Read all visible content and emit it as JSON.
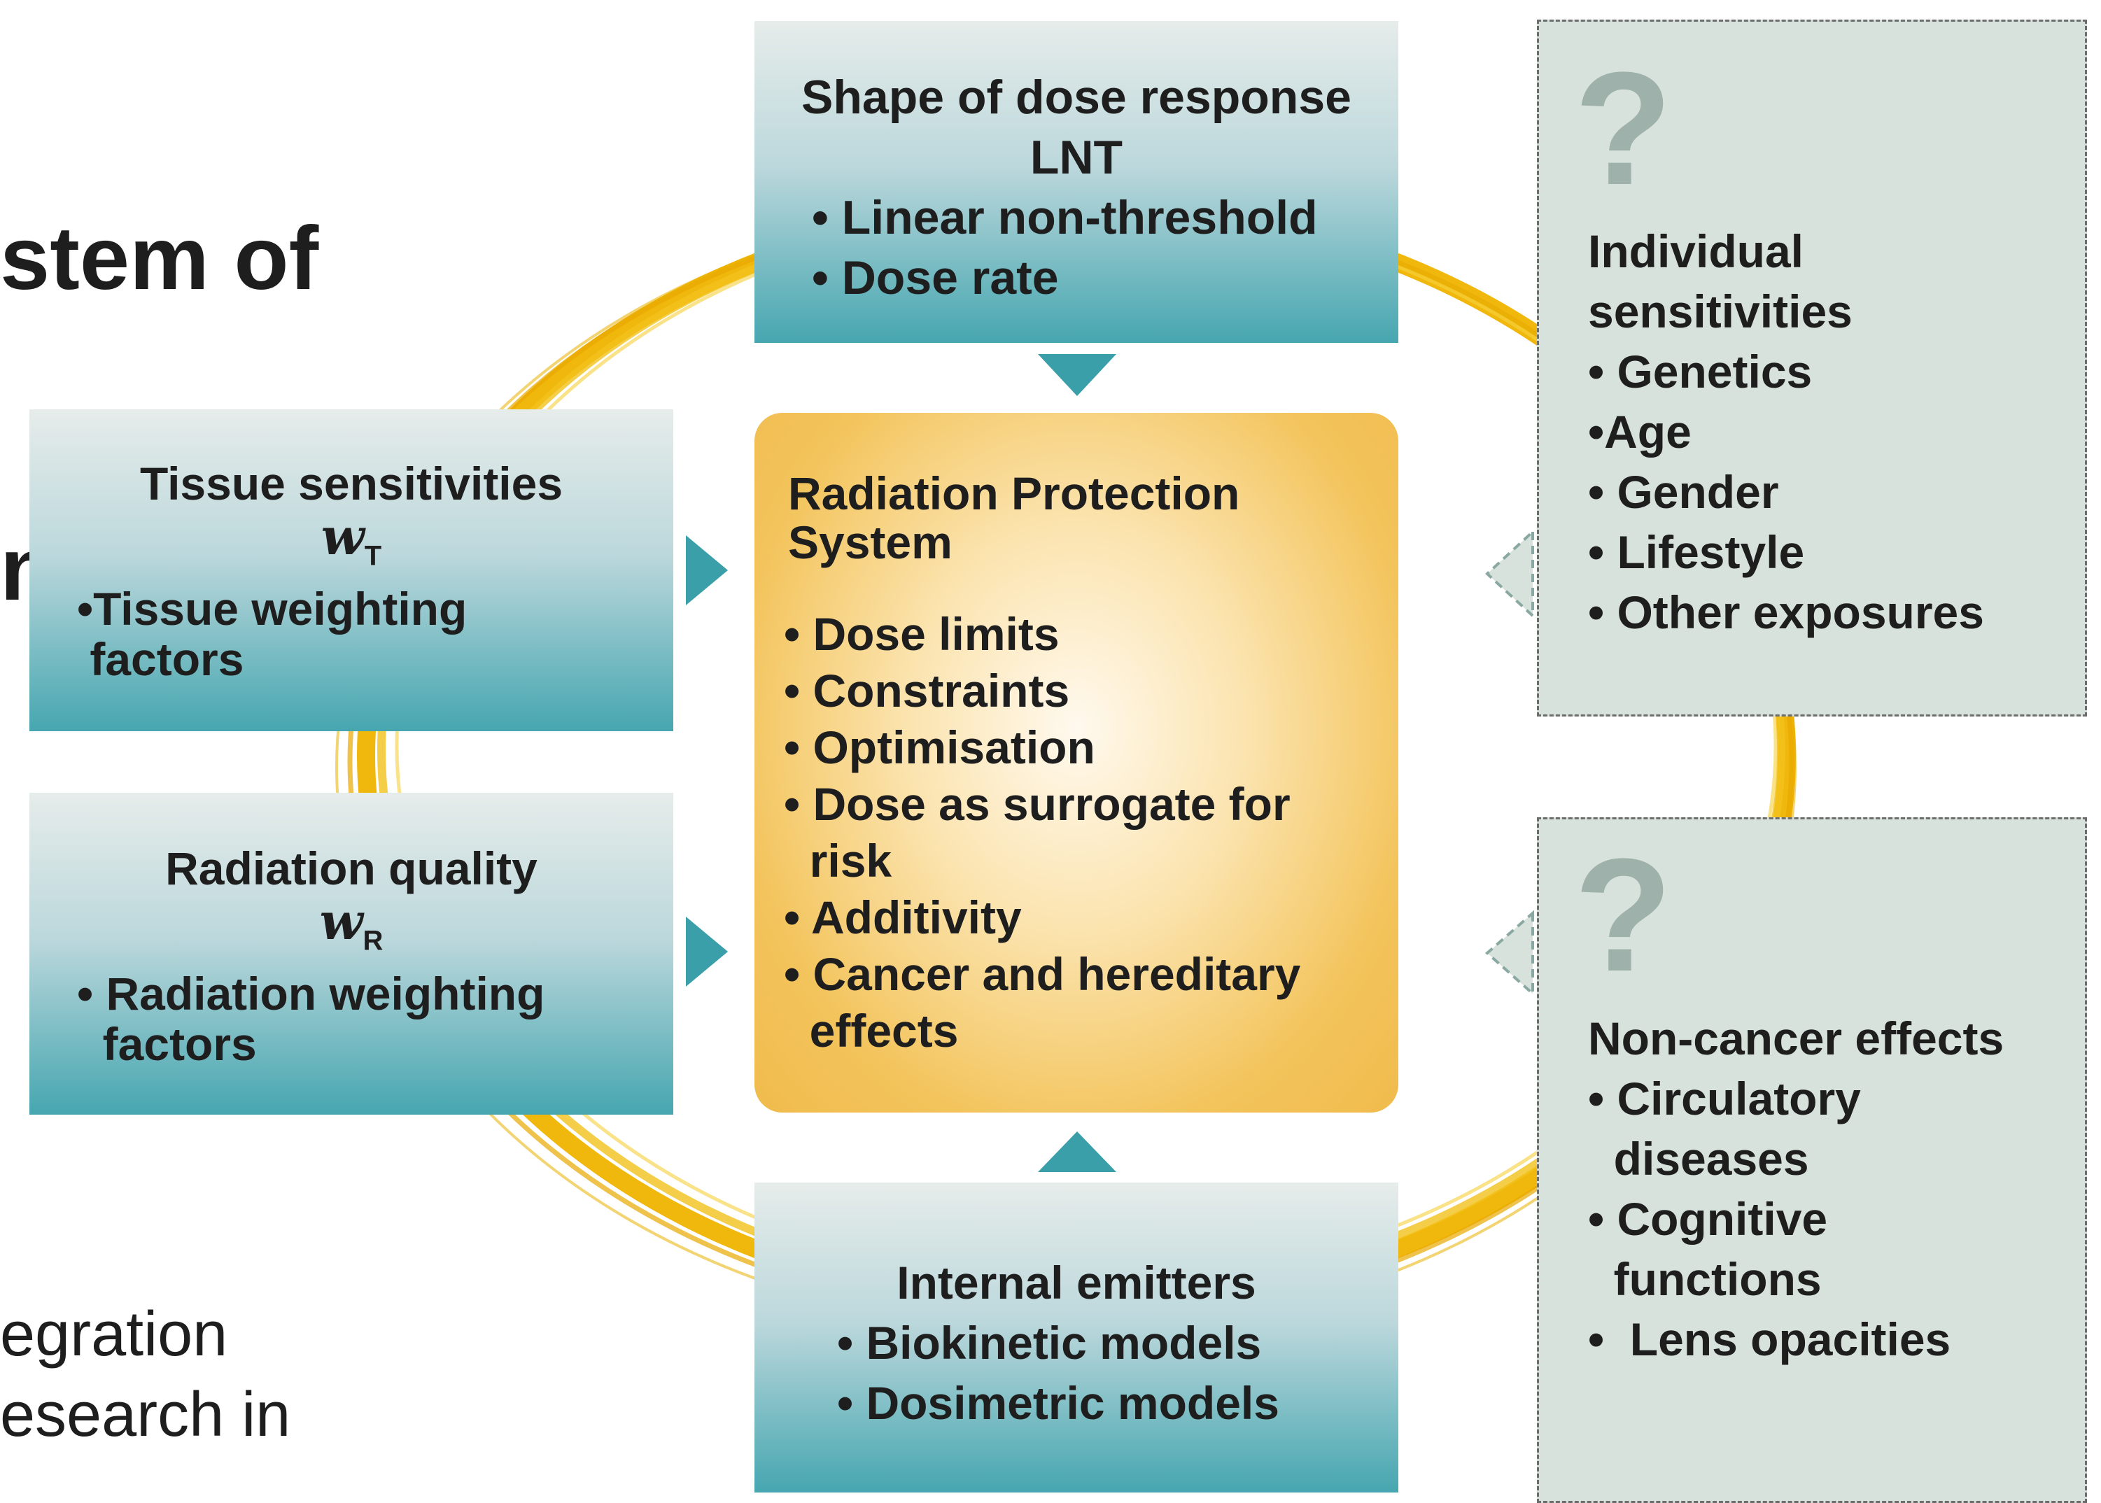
{
  "headline": {
    "lines": [
      "stem of",
      "nd"
    ]
  },
  "body_text": {
    "lines": [
      "egration",
      "esearch in"
    ]
  },
  "shape_box": {
    "title": "Shape of dose response",
    "subtitle": "LNT",
    "items": [
      "• Linear non-threshold",
      "• Dose rate"
    ]
  },
  "tissue_box": {
    "title": "Tissue sensitivities",
    "symbol": "w",
    "symbol_sub": "T",
    "items": [
      "•Tissue weighting",
      " factors"
    ]
  },
  "quality_box": {
    "title": "Radiation quality",
    "symbol": "w",
    "symbol_sub": "R",
    "items": [
      "• Radiation weighting",
      "  factors"
    ]
  },
  "internal_box": {
    "title": "Internal emitters",
    "items": [
      "• Biokinetic models",
      "• Dosimetric models"
    ]
  },
  "center_box": {
    "title_lines": [
      "Radiation Protection",
      "System"
    ],
    "items": [
      "• Dose limits",
      "• Constraints",
      "• Optimisation",
      "• Dose as surrogate for",
      "  risk",
      "• Additivity",
      "• Cancer and hereditary",
      "  effects"
    ]
  },
  "individual_box": {
    "question_mark": "?",
    "lines": [
      "Individual",
      "sensitivities",
      "• Genetics",
      "•Age",
      "• Gender",
      "• Lifestyle",
      "• Other exposures"
    ]
  },
  "noncancer_box": {
    "question_mark": "?",
    "lines": [
      "Non-cancer effects",
      "• Circulatory",
      "  diseases",
      "• Cognitive",
      "  functions",
      "•  Lens opacities"
    ]
  },
  "colors": {
    "teal_arrow": "#3a9fa9",
    "ring_gold": "#efb300",
    "center_gold": "#f0bb4c",
    "grey_box": "#d8e2dc",
    "dashed_arrow": "#8aa8a2"
  }
}
